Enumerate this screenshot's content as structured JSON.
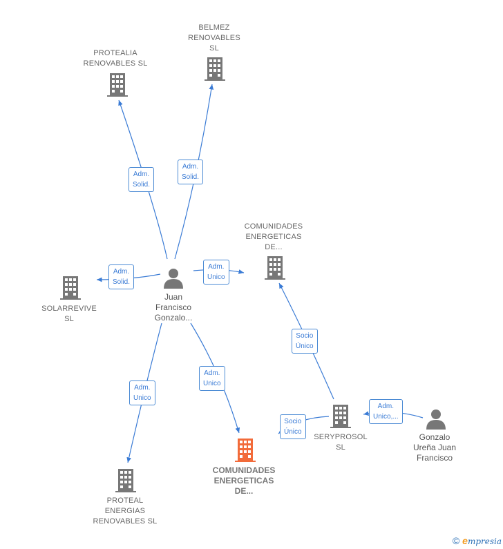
{
  "colors": {
    "edge": "#3a7bd5",
    "company_icon": "#777777",
    "highlight_icon": "#f26b3a",
    "person_icon": "#777777"
  },
  "nodes": {
    "protealia": {
      "label": [
        "PROTEALIA",
        "RENOVABLES SL"
      ],
      "icon": "building-icon"
    },
    "belmez": {
      "label": [
        "BELMEZ",
        "RENOVABLES",
        "SL"
      ],
      "icon": "building-icon"
    },
    "comunidades_top": {
      "label": [
        "COMUNIDADES",
        "ENERGETICAS",
        "DE..."
      ],
      "icon": "building-icon"
    },
    "solarrevive": {
      "label": [
        "SOLARREVIVE",
        "SL"
      ],
      "icon": "building-icon"
    },
    "juan": {
      "label": [
        "Juan",
        "Francisco",
        "Gonzalo..."
      ],
      "icon": "person-icon"
    },
    "comunidades_main": {
      "label": [
        "COMUNIDADES",
        "ENERGETICAS",
        "DE..."
      ],
      "icon": "building-icon"
    },
    "seryprosol": {
      "label": [
        "SERYPROSOL",
        "SL"
      ],
      "icon": "building-icon"
    },
    "gonzalo": {
      "label": [
        "Gonzalo",
        "Ureña Juan",
        "Francisco"
      ],
      "icon": "person-icon"
    },
    "proteal": {
      "label": [
        "PROTEAL",
        "ENERGIAS",
        "RENOVABLES SL"
      ],
      "icon": "building-icon"
    }
  },
  "edges": {
    "to_protealia": [
      "Adm.",
      "Solid."
    ],
    "to_belmez": [
      "Adm.",
      "Solid."
    ],
    "to_solarrevive": [
      "Adm.",
      "Solid."
    ],
    "to_comunidades_top": [
      "Adm.",
      "Unico"
    ],
    "to_comunidades_main": [
      "Adm.",
      "Unico"
    ],
    "to_proteal": [
      "Adm.",
      "Unico"
    ],
    "sery_to_comunidades_top": [
      "Socio",
      "Único"
    ],
    "sery_to_comunidades_main": [
      "Socio",
      "Único"
    ],
    "gonzalo_to_sery": [
      "Adm.",
      "Unico,..."
    ]
  },
  "footer": {
    "copyright": "©",
    "brand_initial": "e",
    "brand_rest": "mpresia"
  }
}
